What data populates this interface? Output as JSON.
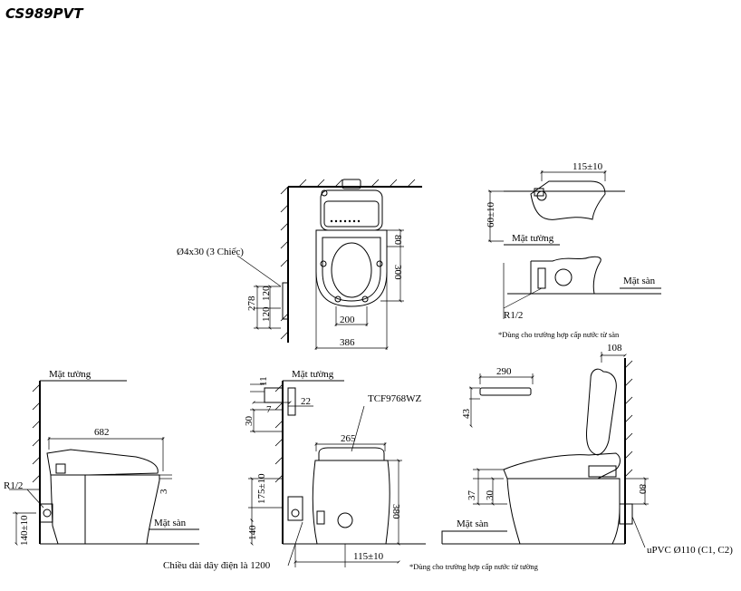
{
  "title": "CS989PVT",
  "top_view": {
    "screw_label": "Ø4x30 (3 Chiếc)",
    "dim_80": "80",
    "dim_300": "300",
    "dim_200": "200",
    "dim_386": "386",
    "dim_278": "278",
    "dim_120a": "120",
    "dim_120b": "120"
  },
  "detail_top": {
    "dim_115": "115±10",
    "dim_60": "60±10",
    "wall_label": "Mặt tường",
    "floor_label": "Mặt sàn",
    "pipe_label": "R1/2",
    "note": "*Dùng cho trường hợp cấp nước từ sàn"
  },
  "side_left": {
    "wall_label": "Mặt tường",
    "dim_682": "682",
    "dim_3": "3",
    "pipe_label": "R1/2",
    "floor_label": "Mặt sàn",
    "dim_140": "140±10"
  },
  "front_view": {
    "wall_label": "Mặt tường",
    "dim_11": "11",
    "dim_7": "7",
    "dim_22": "22",
    "dim_30": "30",
    "model_label": "TCF9768WZ",
    "dim_265": "265",
    "dim_175": "175±10",
    "dim_140": "140",
    "dim_380": "380",
    "dim_115": "115±10",
    "cable_label": "Chiều dài dây điện là 1200",
    "note": "*Dùng cho trường hợp cấp nước từ tường"
  },
  "remote": {
    "dim_290": "290",
    "dim_43": "43"
  },
  "side_right": {
    "dim_108": "108",
    "floor_label": "Mặt sàn",
    "dim_37": "37",
    "dim_30": "30",
    "dim_80": "80",
    "pipe_label": "uPVC Ø110 (C1, C2)"
  }
}
